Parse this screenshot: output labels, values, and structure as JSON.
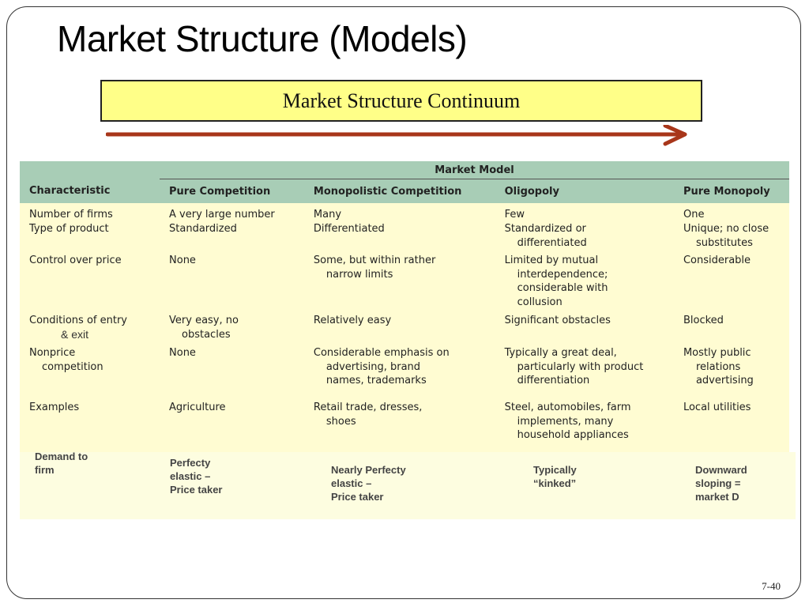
{
  "slide": {
    "title": "Market Structure (Models)",
    "continuum_label": "Market Structure Continuum",
    "page_number": "7-40"
  },
  "table": {
    "group_header": "Market Model",
    "columns": [
      "Characteristic",
      "Pure Competition",
      "Monopolistic Competition",
      "Oligopoly",
      "Pure Monopoly"
    ],
    "rows": [
      [
        "Number of firms",
        "A very large number",
        "Many",
        "Few",
        "One"
      ],
      [
        "Type of product",
        "Standardized",
        "Differentiated",
        "Standardized or differentiated",
        "Unique; no close substitutes"
      ],
      [
        "Control over price",
        "None",
        "Some, but within rather narrow limits",
        "Limited by mutual interdependence; considerable with collusion",
        "Considerable"
      ],
      [
        "Conditions of entry",
        "Very easy, no obstacles",
        "Relatively easy",
        "Significant obstacles",
        "Blocked"
      ],
      [
        "Nonprice competition",
        "None",
        "Considerable emphasis on advertising, brand names, trademarks",
        "Typically a great deal, particularly with product differentiation",
        "Mostly public relations advertising"
      ],
      [
        "Examples",
        "Agriculture",
        "Retail trade, dresses, shoes",
        "Steel, automobiles, farm implements, many household appliances",
        "Local utilities"
      ]
    ],
    "entry_note": "& exit"
  },
  "demand_row": {
    "label": "Demand to\nfirm",
    "pure_competition": "Perfecty\nelastic –\nPrice taker",
    "monopolistic": "Nearly Perfecty\nelastic –\nPrice taker",
    "oligopoly": "Typically\n“kinked”",
    "monopoly": "Downward\nsloping =\nmarket D"
  },
  "colors": {
    "continuum_box": "#ffff88",
    "arrow": "#a8361a",
    "table_header": "#a8cdb6",
    "table_body": "#fffcd2",
    "demand_band": "#fdfde0"
  }
}
